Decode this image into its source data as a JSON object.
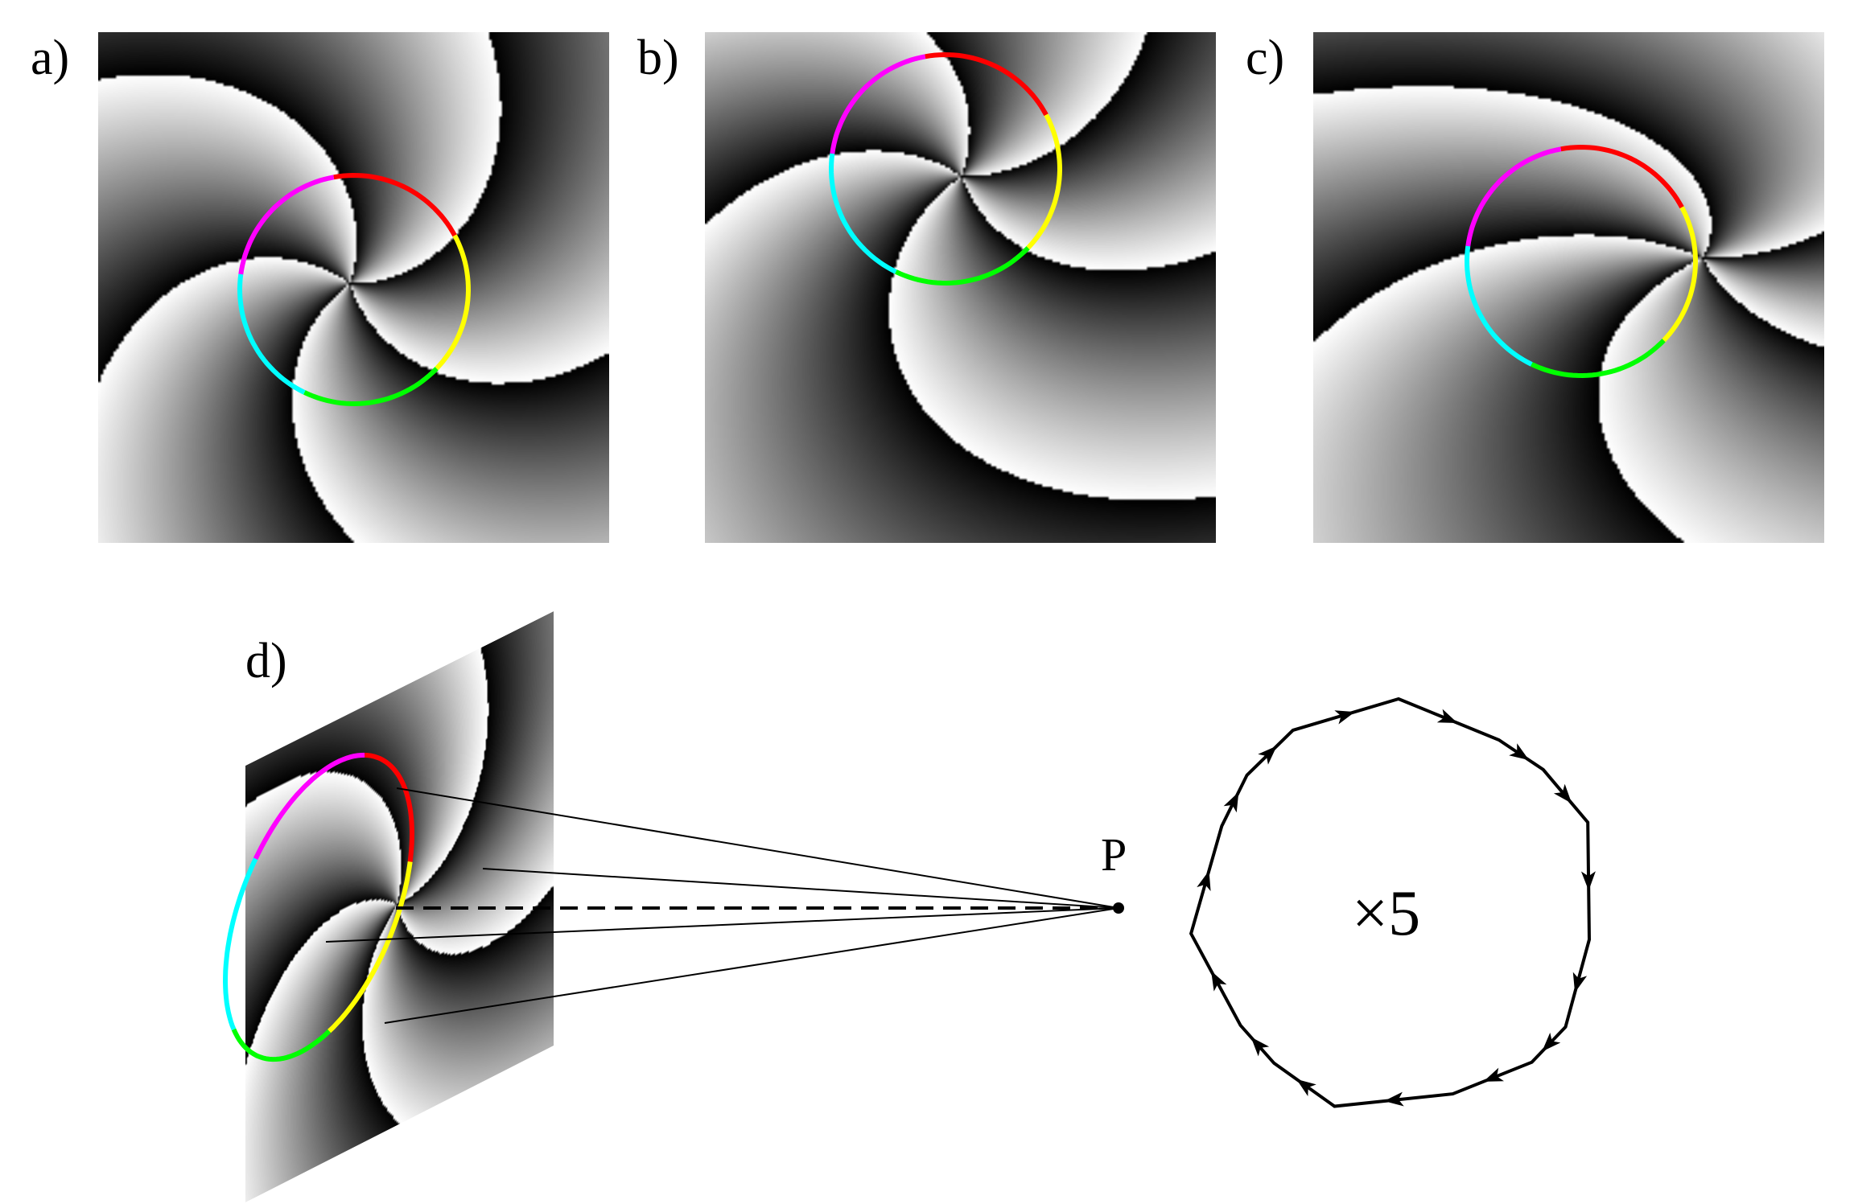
{
  "labels": {
    "a": "a)",
    "b": "b)",
    "c": "c)",
    "d": "d)",
    "point": "P",
    "multiplier": "×5"
  },
  "ring_colors": [
    "#ff0000",
    "#ffff00",
    "#00ff00",
    "#00ffff",
    "#ff00ff"
  ],
  "line_color": "#000000",
  "background_color": "#ffffff"
}
